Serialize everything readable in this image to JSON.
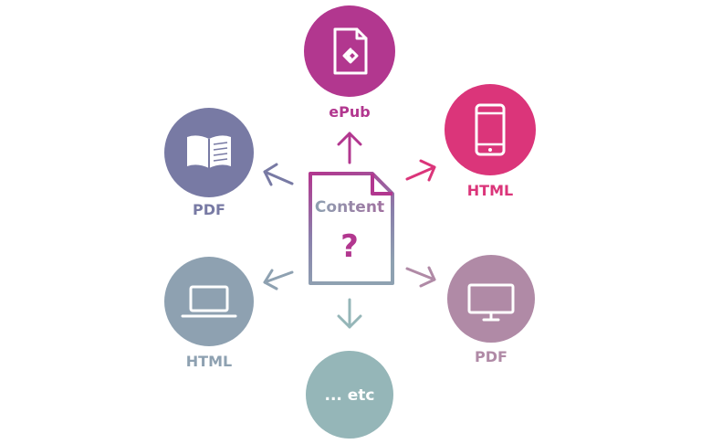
{
  "center": {
    "title": "Content",
    "symbol": "?"
  },
  "outputs": [
    {
      "id": "epub",
      "label": "ePub",
      "icon": "epub-document-icon",
      "color": "#b2378f"
    },
    {
      "id": "html-mobile",
      "label": "HTML",
      "icon": "smartphone-icon",
      "color": "#db357a"
    },
    {
      "id": "pdf-screen",
      "label": "PDF",
      "icon": "monitor-icon",
      "color": "#b08aa6"
    },
    {
      "id": "etc",
      "label": "... etc",
      "icon": "",
      "color": "#95b6b8"
    },
    {
      "id": "html-desktop",
      "label": "HTML",
      "icon": "laptop-icon",
      "color": "#8ea1b1"
    },
    {
      "id": "pdf-print",
      "label": "PDF",
      "icon": "open-book-icon",
      "color": "#787aa4"
    }
  ],
  "colors": {
    "white": "#ffffff",
    "doc_gradient_start": "#b2378f",
    "doc_gradient_mid": "#8a7fab",
    "doc_gradient_end": "#8ea1b1"
  }
}
